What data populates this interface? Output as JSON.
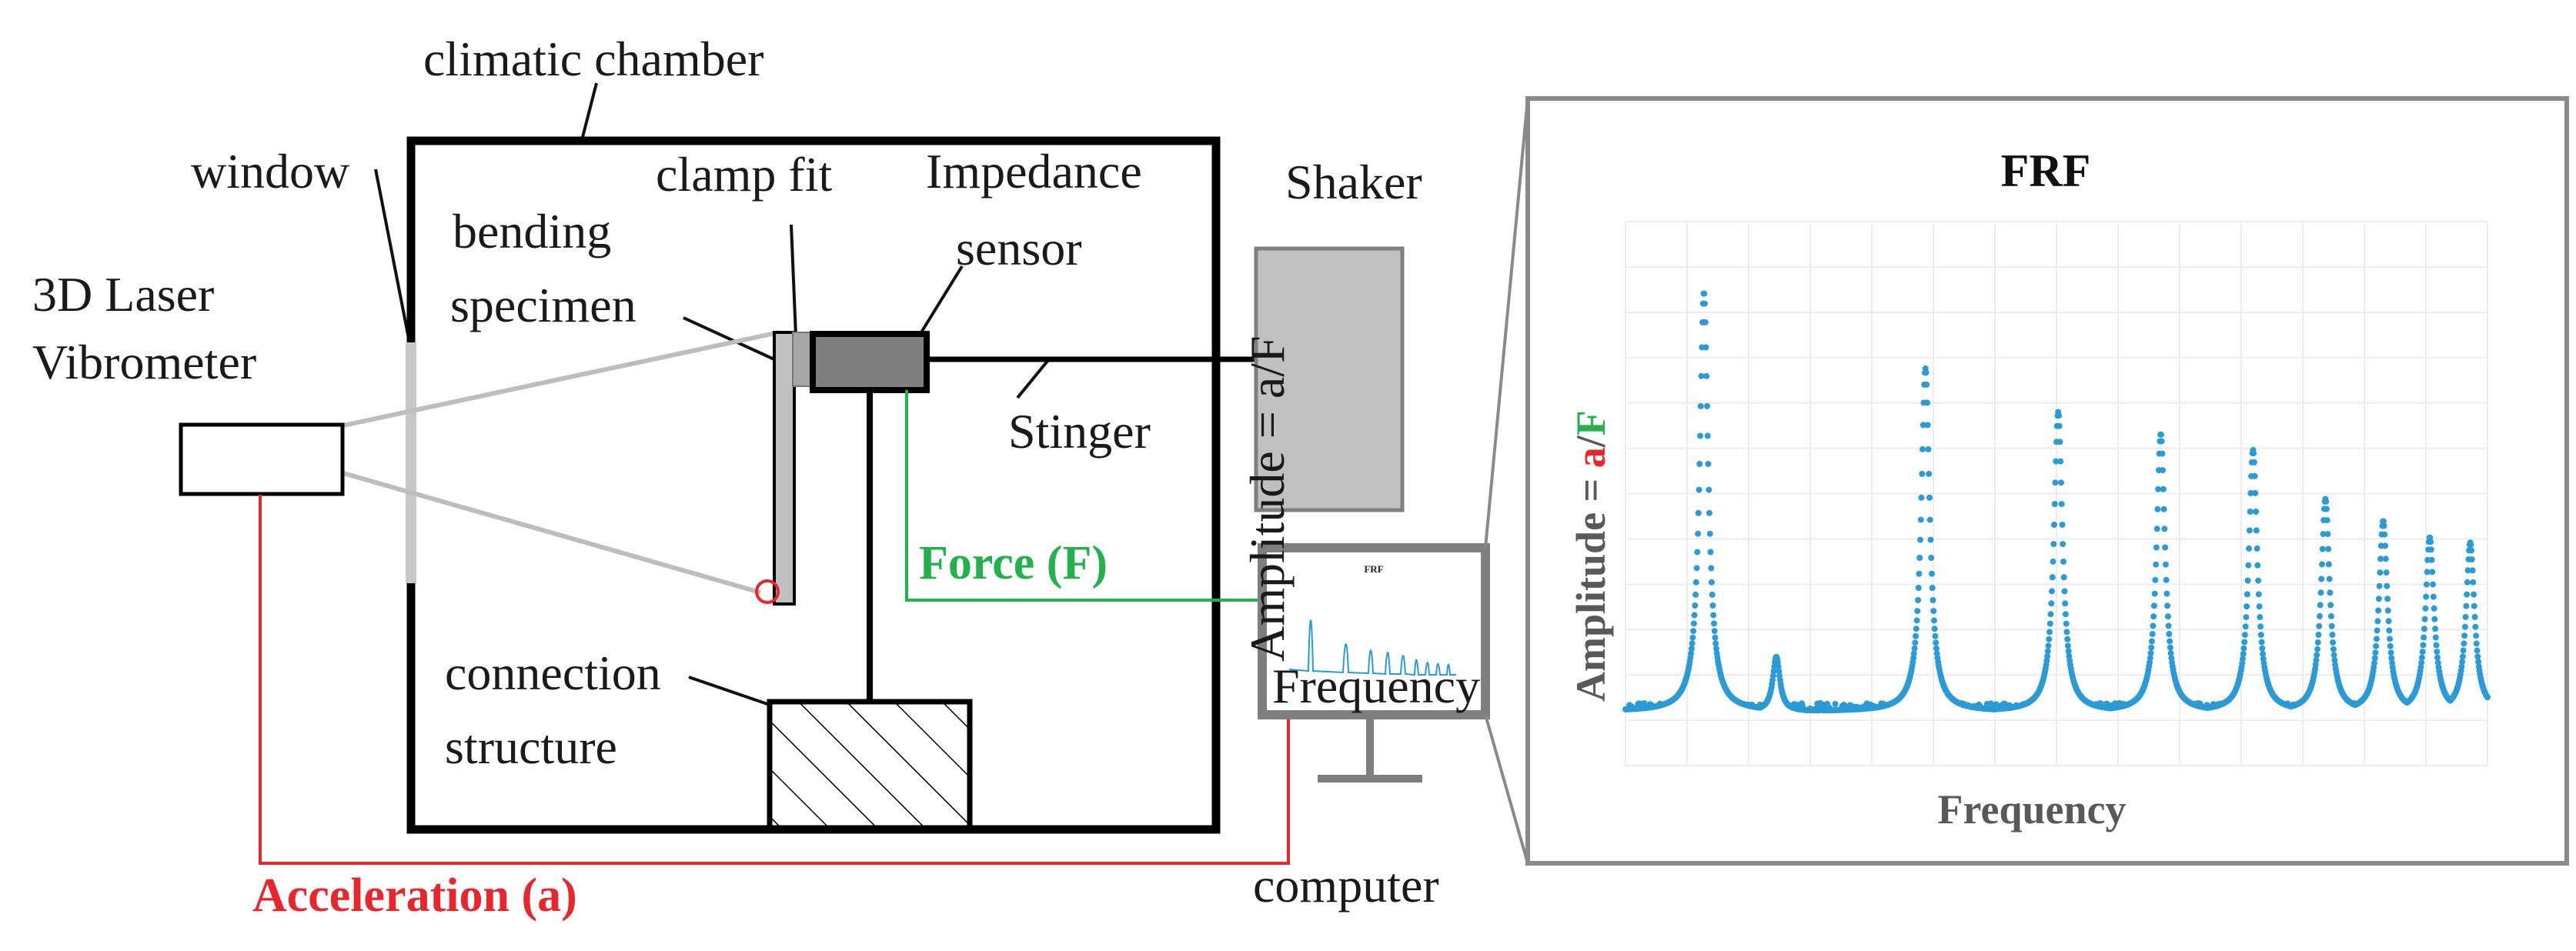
{
  "labels": {
    "climatic_chamber": "climatic chamber",
    "window": "window",
    "clamp_fit": "clamp fit",
    "impedance": "Impedance",
    "sensor": "sensor",
    "shaker": "Shaker",
    "bending": "bending",
    "specimen": "specimen",
    "laser_line1": "3D Laser",
    "laser_line2": "Vibrometer",
    "stinger": "Stinger",
    "force": "Force (F)",
    "connection": "connection",
    "structure": "structure",
    "acceleration": "Acceleration (a)",
    "computer": "computer"
  },
  "frf": {
    "title": "FRF",
    "ylabel_prefix": "Amplitude = ",
    "ylabel_a": "a",
    "ylabel_slash": "/",
    "ylabel_F": "F",
    "xlabel": "Frequency"
  },
  "monitor": {
    "title": "FRF",
    "ylabel": "Amplitude = a/F",
    "xlabel": "Frequency"
  },
  "colors": {
    "acceleration": "#e8262c",
    "force": "#22b14c",
    "spectrum": "#2a9bd6",
    "a_letter": "#e8262c",
    "F_letter": "#22b14c"
  },
  "chart_data": {
    "type": "scatter",
    "title": "FRF",
    "xlabel": "Frequency",
    "ylabel": "Amplitude = a/F",
    "x_range": [
      0,
      1
    ],
    "y_range": [
      0,
      1
    ],
    "grid": true,
    "series": [
      {
        "peaks": [
          {
            "x": 0.091,
            "height": 0.87
          },
          {
            "x": 0.348,
            "height": 0.73
          },
          {
            "x": 0.502,
            "height": 0.65
          },
          {
            "x": 0.621,
            "height": 0.61
          },
          {
            "x": 0.728,
            "height": 0.58
          },
          {
            "x": 0.812,
            "height": 0.49
          },
          {
            "x": 0.879,
            "height": 0.45
          },
          {
            "x": 0.933,
            "height": 0.42
          },
          {
            "x": 0.98,
            "height": 0.41
          }
        ],
        "baseline": 0.1
      }
    ]
  }
}
